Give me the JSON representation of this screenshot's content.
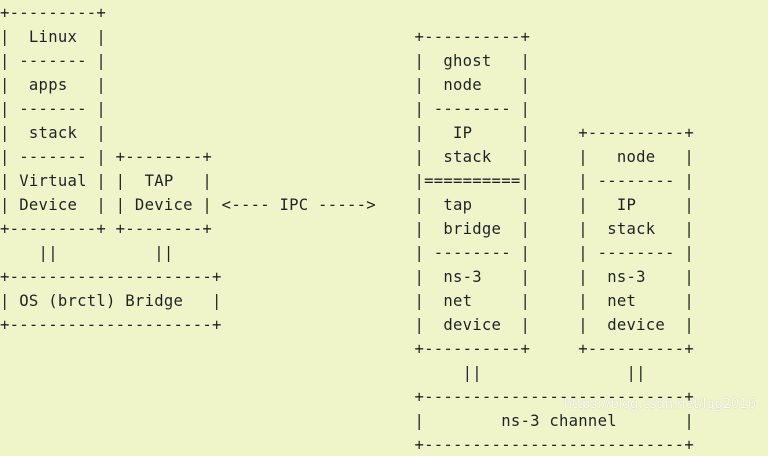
{
  "diagram": {
    "lines": [
      "+---------+",
      "|  Linux  |                                +----------+",
      "| ------- |                                |  ghost   |",
      "|  apps   |                                |  node    |",
      "| ------- |                                | -------- |",
      "|  stack  |                                |   IP     |     +----------+",
      "| ------- | +--------+                     |  stack   |     |   node   |",
      "| Virtual | |  TAP   |                     |==========|     | -------- |",
      "| Device  | | Device | <---- IPC ----->    |  tap     |     |   IP     |",
      "+---------+ +--------+                     |  bridge  |     |  stack   |",
      "    ||          ||                         | -------- |     | -------- |",
      "+---------------------+                    |  ns-3    |     |  ns-3    |",
      "| OS (brctl) Bridge   |                    |  net     |     |  net     |",
      "+---------------------+                    |  device  |     |  device  |",
      "                                           +----------+     +----------+",
      "                                                ||               ||",
      "                                           +---------------------------+",
      "                                           |        ns-3 channel       |",
      "                                           +---------------------------+"
    ]
  },
  "watermark": "https://blog.csdn.net/lqg2016"
}
